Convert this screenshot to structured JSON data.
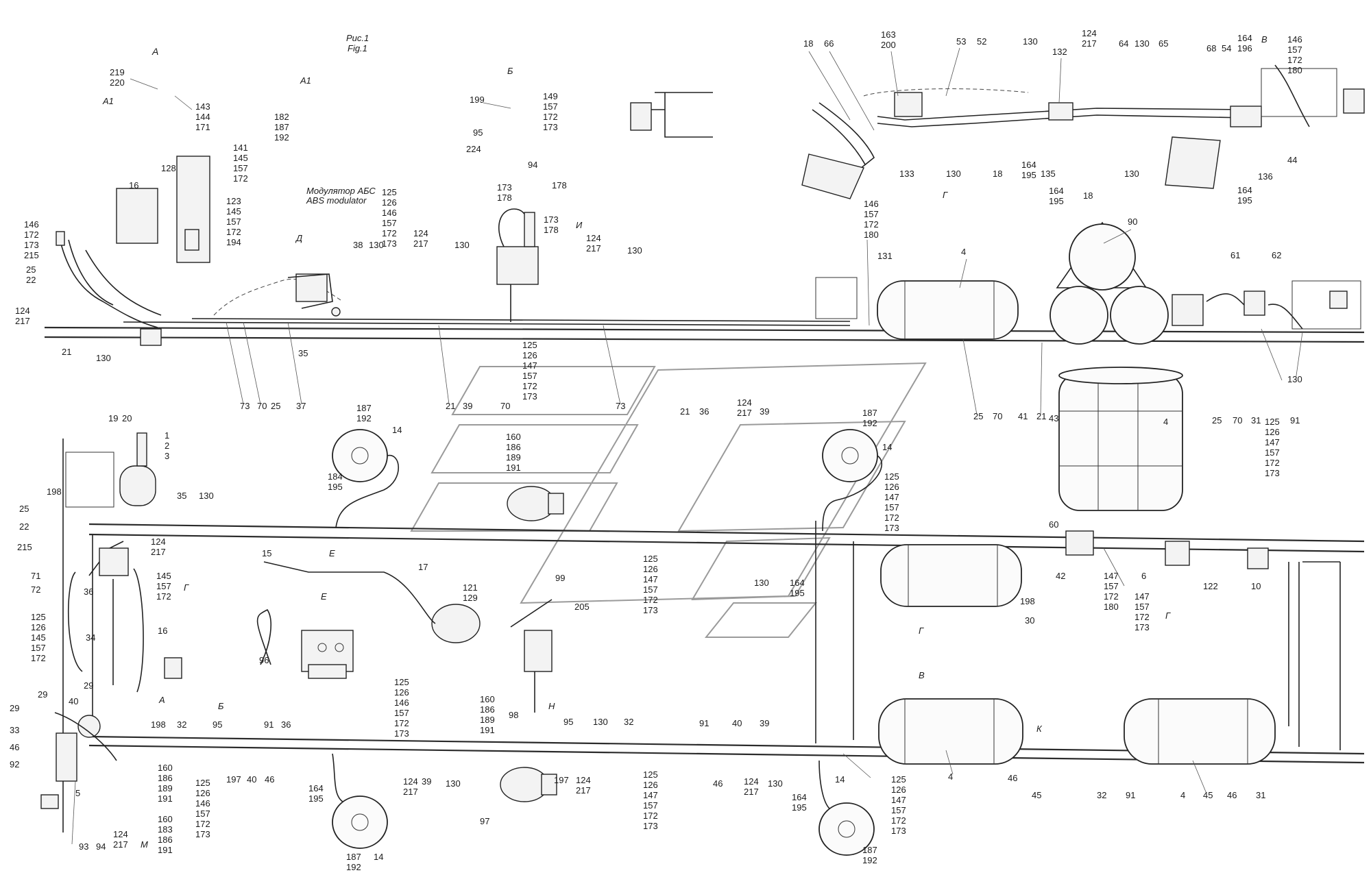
{
  "header": {
    "fig_ru": "Рис.1",
    "fig_en": "Fig.1"
  },
  "views": {
    "a": "А",
    "a1": "А1",
    "b": "Б",
    "v": "В",
    "g": "Г",
    "d": "Д",
    "e": "Е",
    "i": "И",
    "m": "М",
    "k": "К",
    "n": "Н"
  },
  "notes": {
    "abs_ru": "Модулятор АБС",
    "abs_en": "ABS modulator"
  },
  "callouts": {
    "c219": "219",
    "c220": "220",
    "c143": "143",
    "c144": "144",
    "c171": "171",
    "c182": "182",
    "c187": "187",
    "c192": "192",
    "c199": "199",
    "c149": "149",
    "c157": "157",
    "c172": "172",
    "c173": "173",
    "c95": "95",
    "c224": "224",
    "c94": "94",
    "c141": "141",
    "c145": "145",
    "c128": "128",
    "c16": "16",
    "c123": "123",
    "c194": "194",
    "c125": "125",
    "c126": "126",
    "c146": "146",
    "c178": "178",
    "c18": "18",
    "c66": "66",
    "c163": "163",
    "c200": "200",
    "c53": "53",
    "c52": "52",
    "c130": "130",
    "c132": "132",
    "c124": "124",
    "c217": "217",
    "c64": "64",
    "c65": "65",
    "c68": "68",
    "c54": "54",
    "c164": "164",
    "c196": "196",
    "c180": "180",
    "c133": "133",
    "c195": "195",
    "c135": "135",
    "c136": "136",
    "c44": "44",
    "c215": "215",
    "c25": "25",
    "c22": "22",
    "c21": "21",
    "c35": "35",
    "c38": "38",
    "c131": "131",
    "c4": "4",
    "c90": "90",
    "c61": "61",
    "c62": "62",
    "c147": "147",
    "c73": "73",
    "c70": "70",
    "c37": "37",
    "c39": "39",
    "c36": "36",
    "c41": "41",
    "c43": "43",
    "c31": "31",
    "c91": "91",
    "c14": "14",
    "c160": "160",
    "c186": "186",
    "c189": "189",
    "c191": "191",
    "c184": "184",
    "c19": "19",
    "c20": "20",
    "c1": "1",
    "c2": "2",
    "c3": "3",
    "c198": "198",
    "c15": "15",
    "c17": "17",
    "c121": "121",
    "c129": "129",
    "c99": "99",
    "c205": "205",
    "c60": "60",
    "c42": "42",
    "c6": "6",
    "c122": "122",
    "c10": "10",
    "c30": "30",
    "c71": "71",
    "c72": "72",
    "c34": "34",
    "c96": "96",
    "c29": "29",
    "c40": "40",
    "c33": "33",
    "c46": "46",
    "c92": "92",
    "c5": "5",
    "c93": "93",
    "c98": "98",
    "c32": "32",
    "c197": "197",
    "c97": "97",
    "c183": "183",
    "c45": "45"
  }
}
